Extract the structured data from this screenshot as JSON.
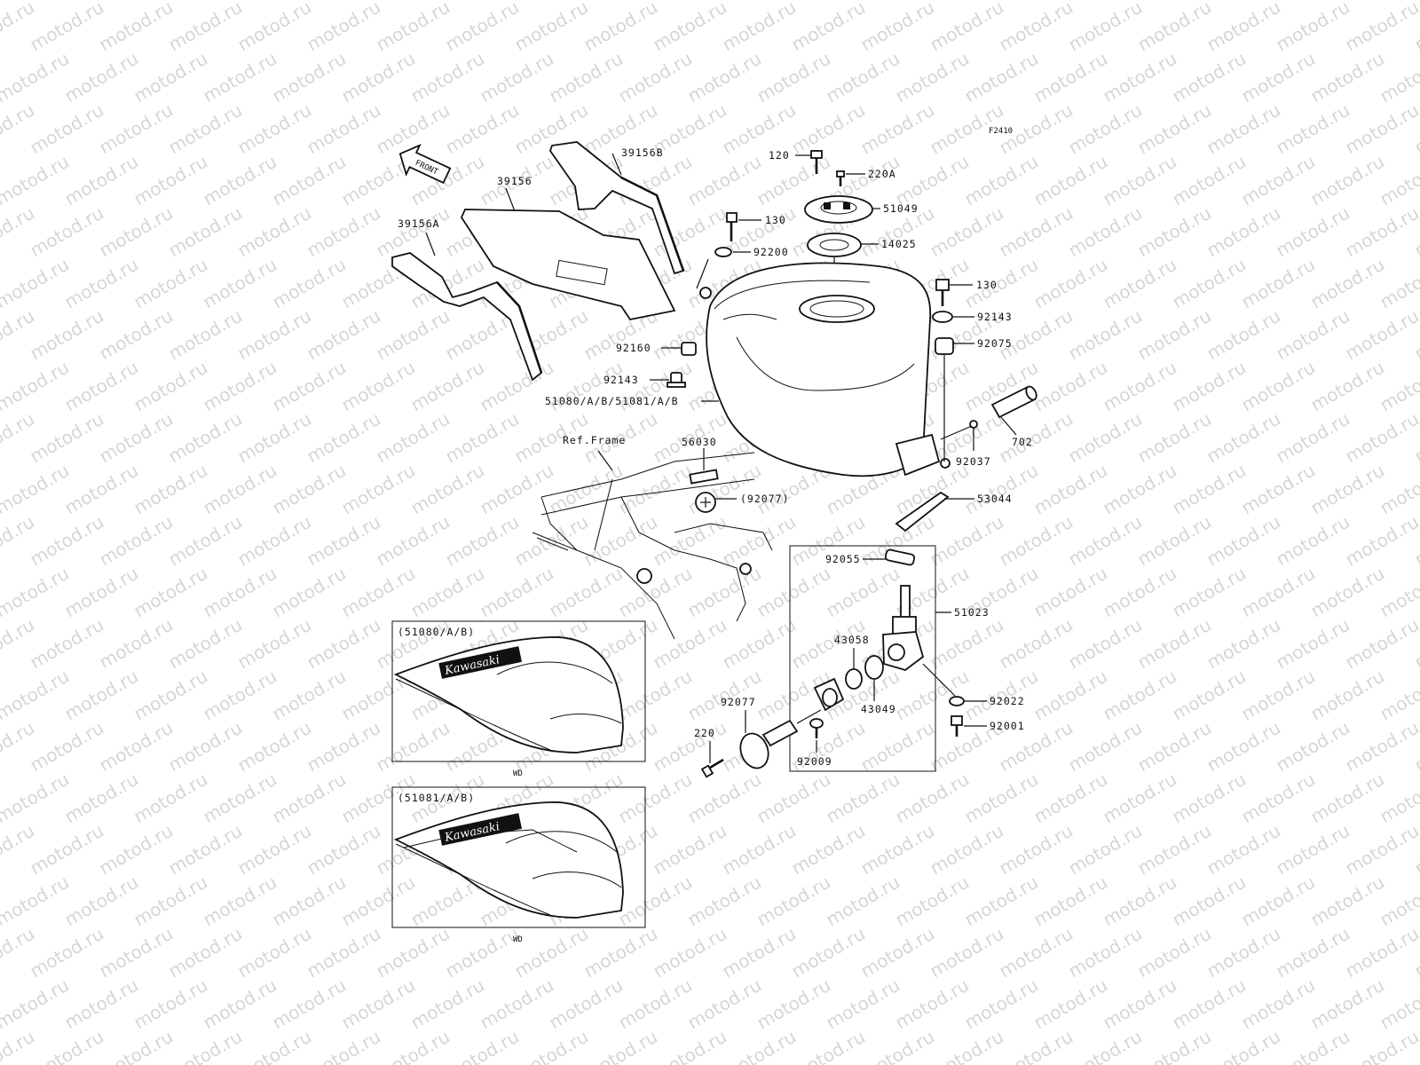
{
  "figure_code": "F2410",
  "watermark_text": "motod.ru",
  "front_arrow_text": "FRONT",
  "ref_frame_label": "Ref.Frame",
  "labels": {
    "p39156B": "39156B",
    "p39156": "39156",
    "p39156A": "39156A",
    "p120": "120",
    "p220A": "220A",
    "p51049": "51049",
    "p130a": "130",
    "p92200": "92200",
    "p14025": "14025",
    "p130b": "130",
    "p92143a": "92143",
    "p92075": "92075",
    "p92160": "92160",
    "p92143b": "92143",
    "p51080": "51080/A/B/51081/A/B",
    "p702": "702",
    "p92037": "92037",
    "p56030": "56030",
    "p92077a": "(92077)",
    "p53044": "53044",
    "p92055": "92055",
    "p51023": "51023",
    "p43058": "43058",
    "p43049": "43049",
    "p92077b": "92077",
    "p220": "220",
    "p92009": "92009",
    "p92022": "92022",
    "p92001": "92001"
  },
  "inset1": {
    "label": "(51080/A/B)",
    "caption": "WD",
    "brand": "Kawasaki"
  },
  "inset2": {
    "label": "(51081/A/B)",
    "caption": "WD",
    "brand": "Kawasaki"
  }
}
